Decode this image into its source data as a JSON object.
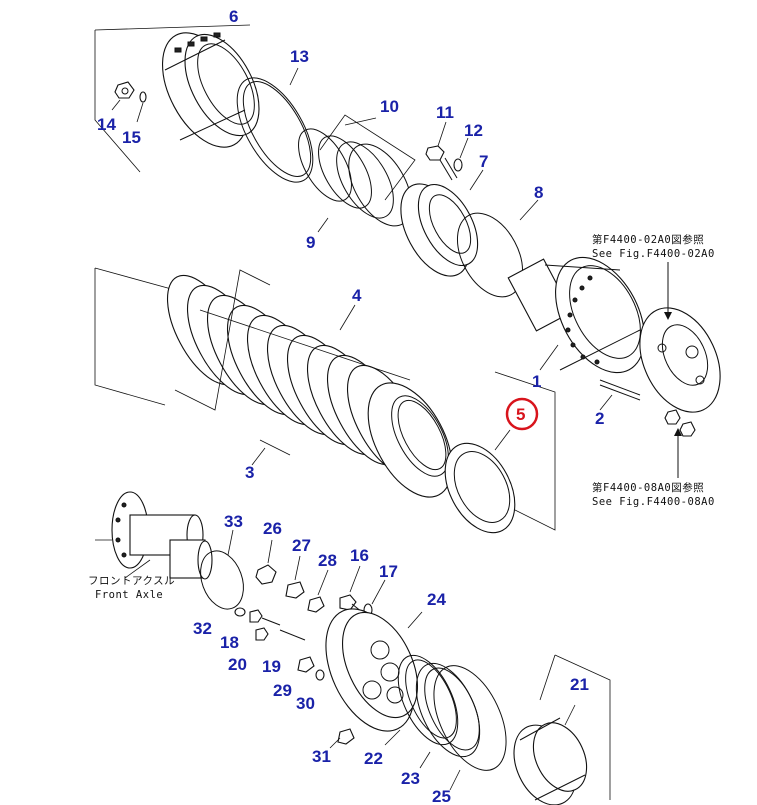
{
  "callouts": {
    "n1": "1",
    "n2": "2",
    "n3": "3",
    "n4": "4",
    "n5": "5",
    "n6": "6",
    "n7": "7",
    "n8": "8",
    "n9": "9",
    "n10": "10",
    "n11": "11",
    "n12": "12",
    "n13": "13",
    "n14": "14",
    "n15": "15",
    "n16": "16",
    "n17": "17",
    "n18": "18",
    "n19": "19",
    "n20": "20",
    "n21": "21",
    "n22": "22",
    "n23": "23",
    "n24": "24",
    "n25": "25",
    "n26": "26",
    "n27": "27",
    "n28": "28",
    "n29": "29",
    "n30": "30",
    "n31": "31",
    "n32": "32",
    "n33": "33"
  },
  "references": {
    "top_jp": "第F4400-02A0図参照",
    "top_en": "See Fig.F4400-02A0",
    "bottom_jp": "第F4400-08A0図参照",
    "bottom_en": "See Fig.F4400-08A0",
    "front_axle_jp": "フロントアクスル",
    "front_axle_en": "Front Axle"
  },
  "highlight": {
    "part": "5",
    "color": "#d8141c"
  },
  "colors": {
    "callout": "#1a22a8",
    "line": "#111111"
  }
}
